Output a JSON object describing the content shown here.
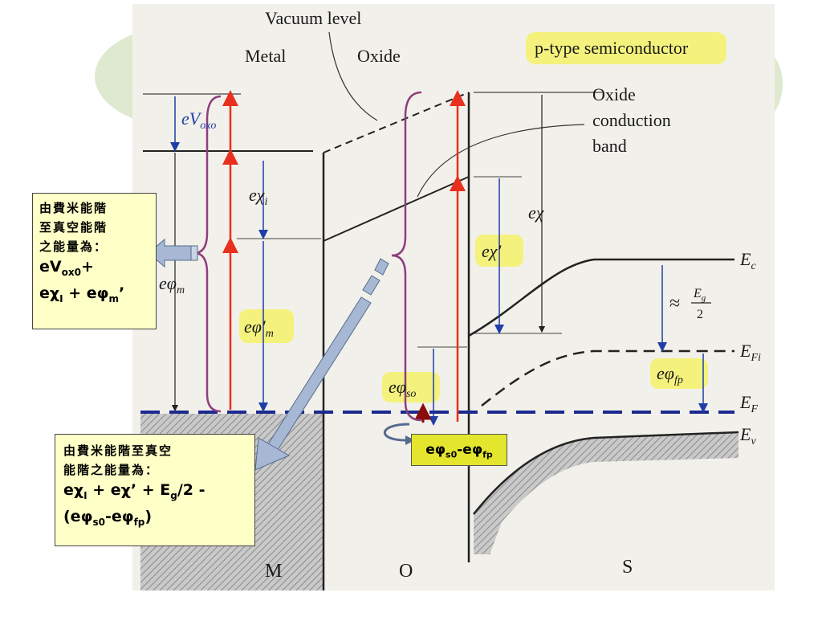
{
  "labels": {
    "vacuum_level": "Vacuum level",
    "metal": "Metal",
    "oxide": "Oxide",
    "semiconductor": "p-type semiconductor",
    "oxide_cb_1": "Oxide",
    "oxide_cb_2": "conduction",
    "oxide_cb_3": "band",
    "e_vox0": "eV",
    "e_vox0_sub": "oxo",
    "e_chi_i": "eχ",
    "e_chi_i_sub": "i",
    "e_phi_m": "eφ",
    "e_phi_m_sub": "m",
    "e_phi_m_prime": "eφ′",
    "e_phi_m_prime_sub": "m",
    "e_phi_so": "eφ",
    "e_phi_so_sub": "so",
    "e_chi": "eχ",
    "e_chi_prime": "eχ′",
    "e_phi_fp": "eφ",
    "e_phi_fp_sub": "fp",
    "eg_half_approx": "≈",
    "eg_num": "E",
    "eg_num_sub": "g",
    "eg_den": "2",
    "ec": "E",
    "ec_sub": "c",
    "efi": "E",
    "efi_sub": "Fi",
    "ef": "E",
    "ef_sub": "F",
    "ev": "E",
    "ev_sub": "v",
    "m": "M",
    "o": "O",
    "s": "S"
  },
  "callout_left": {
    "line1": "由費米能階",
    "line2": "至真空能階",
    "line3": "之能量為：",
    "eq1_a": "eV",
    "eq1_sub": "ox0",
    "eq1_b": "+",
    "eq2_a": "eχ",
    "eq2_sub1": "I",
    "eq2_b": " + eφ",
    "eq2_sub2": "m",
    "eq2_c": "’"
  },
  "callout_bottom": {
    "line1": "由費米能階至真空",
    "line2": "能階之能量為：",
    "eq1_a": "eχ",
    "eq1_sub1": "I",
    "eq1_b": " + eχ’ + E",
    "eq1_sub2": "g",
    "eq1_c": "/2 -",
    "eq2_a": "(eφ",
    "eq2_sub1": "s0",
    "eq2_b": "-eφ",
    "eq2_sub2": "fp",
    "eq2_c": ")"
  },
  "diff_label": {
    "a": "eφ",
    "sub1": "s0",
    "b": "-eφ",
    "sub2": "fp"
  },
  "colors": {
    "red_arrow": "#e8301e",
    "blue_arrow": "#1f3ea8",
    "brace": "#8e3e7e",
    "fermi": "#1b2a8f",
    "callout_bg": "#ffffc8",
    "diff_bg": "#e3e62c",
    "blob": "#dfe9cf"
  }
}
